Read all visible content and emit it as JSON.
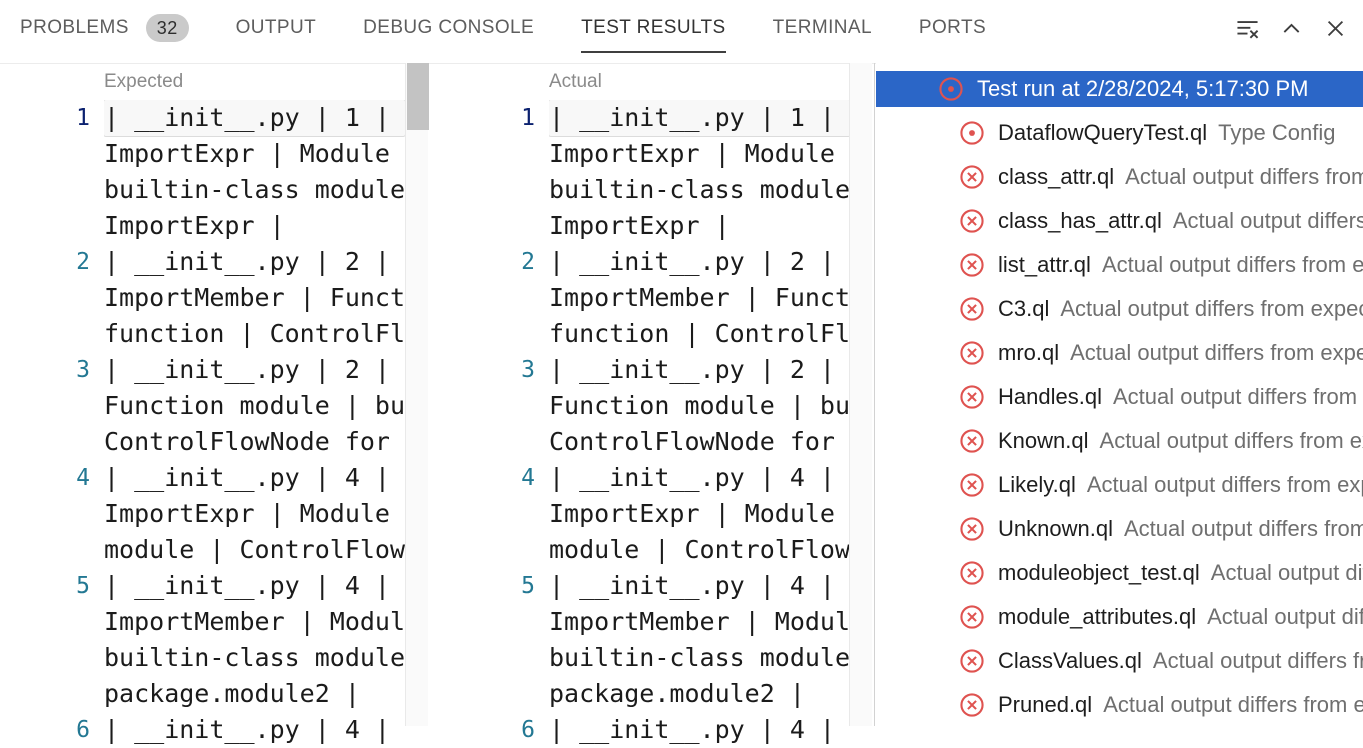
{
  "tabs": {
    "items": [
      {
        "label": "PROBLEMS",
        "badge": "32",
        "active": false
      },
      {
        "label": "OUTPUT",
        "active": false
      },
      {
        "label": "DEBUG CONSOLE",
        "active": false
      },
      {
        "label": "TEST RESULTS",
        "active": true
      },
      {
        "label": "TERMINAL",
        "active": false
      },
      {
        "label": "PORTS",
        "active": false
      }
    ],
    "actions": [
      {
        "name": "clear-test-results",
        "icon": "clear-all-icon"
      },
      {
        "name": "maximize-panel",
        "icon": "chevron-up-icon"
      },
      {
        "name": "close-panel",
        "icon": "close-icon"
      }
    ]
  },
  "diff": {
    "expected": {
      "title": "Expected",
      "lines": [
        {
          "num": "1",
          "active": true,
          "rows": [
            "| __init__.py | 1 |",
            "ImportExpr | Module",
            "builtin-class module",
            "ImportExpr |"
          ]
        },
        {
          "num": "2",
          "active": false,
          "rows": [
            "| __init__.py | 2 |",
            "ImportMember | Funct",
            "function | ControlFl"
          ]
        },
        {
          "num": "3",
          "active": false,
          "rows": [
            "| __init__.py | 2 |",
            "Function module | bu",
            "ControlFlowNode for"
          ]
        },
        {
          "num": "4",
          "active": false,
          "rows": [
            "| __init__.py | 4 |",
            "ImportExpr | Module",
            "module | ControlFlow"
          ]
        },
        {
          "num": "5",
          "active": false,
          "rows": [
            "| __init__.py | 4 |",
            "ImportMember | Modul",
            "builtin-class module",
            "package.module2 |"
          ]
        },
        {
          "num": "6",
          "active": false,
          "rows": [
            "| __init__.py | 4 |"
          ]
        }
      ]
    },
    "actual": {
      "title": "Actual",
      "lines": [
        {
          "num": "1",
          "active": true,
          "rows": [
            "| __init__.py | 1 |",
            "ImportExpr | Module",
            "builtin-class module",
            "ImportExpr |"
          ]
        },
        {
          "num": "2",
          "active": false,
          "rows": [
            "| __init__.py | 2 |",
            "ImportMember | Funct",
            "function | ControlFl"
          ]
        },
        {
          "num": "3",
          "active": false,
          "rows": [
            "| __init__.py | 2 |",
            "Function module | bu",
            "ControlFlowNode for"
          ]
        },
        {
          "num": "4",
          "active": false,
          "rows": [
            "| __init__.py | 4 |",
            "ImportExpr | Module",
            "module | ControlFlow"
          ]
        },
        {
          "num": "5",
          "active": false,
          "rows": [
            "| __init__.py | 4 |",
            "ImportMember | Modul",
            "builtin-class module",
            "package.module2 |"
          ]
        },
        {
          "num": "6",
          "active": false,
          "rows": [
            "| __init__.py | 4 |"
          ]
        }
      ]
    }
  },
  "results": {
    "run_header": {
      "label": "Test run at 2/28/2024, 5:17:30 PM",
      "icon": "circle-dot"
    },
    "items": [
      {
        "name": "DataflowQueryTest.ql",
        "message": "Type Config",
        "icon": "circle-dot"
      },
      {
        "name": "class_attr.ql",
        "message": "Actual output differs from expected",
        "icon": "circle-x"
      },
      {
        "name": "class_has_attr.ql",
        "message": "Actual output differs from expected",
        "icon": "circle-x"
      },
      {
        "name": "list_attr.ql",
        "message": "Actual output differs from expected",
        "icon": "circle-x"
      },
      {
        "name": "C3.ql",
        "message": "Actual output differs from expected",
        "icon": "circle-x"
      },
      {
        "name": "mro.ql",
        "message": "Actual output differs from expected",
        "icon": "circle-x"
      },
      {
        "name": "Handles.ql",
        "message": "Actual output differs from expected",
        "icon": "circle-x"
      },
      {
        "name": "Known.ql",
        "message": "Actual output differs from expected",
        "icon": "circle-x"
      },
      {
        "name": "Likely.ql",
        "message": "Actual output differs from expected",
        "icon": "circle-x"
      },
      {
        "name": "Unknown.ql",
        "message": "Actual output differs from expected",
        "icon": "circle-x"
      },
      {
        "name": "moduleobject_test.ql",
        "message": "Actual output differs from expected",
        "icon": "circle-x"
      },
      {
        "name": "module_attributes.ql",
        "message": "Actual output differs from expected",
        "icon": "circle-x"
      },
      {
        "name": "ClassValues.ql",
        "message": "Actual output differs from expected",
        "icon": "circle-x"
      },
      {
        "name": "Pruned.ql",
        "message": "Actual output differs from expected",
        "icon": "circle-x"
      }
    ]
  },
  "colors": {
    "selection_blue": "#2b66c7",
    "error_red": "#df5350",
    "line_number": "#237893",
    "line_number_active": "#0b216f"
  }
}
